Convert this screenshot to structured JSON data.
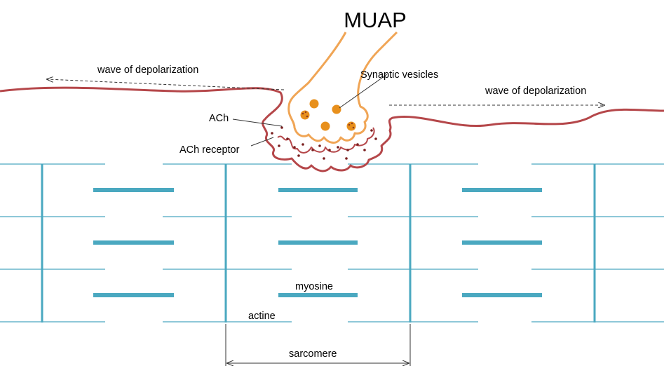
{
  "title": "MUAP",
  "labels": {
    "wave_left": "wave of depolarization",
    "wave_right": "wave of depolarization",
    "synaptic_vesicles": "Synaptic vesicles",
    "ach": "ACh",
    "ach_receptor": "ACh receptor",
    "myosine": "myosine",
    "actine": "actine",
    "sarcomere": "sarcomere"
  },
  "colors": {
    "membrane": "#b5474a",
    "neuron": "#f0a555",
    "filament": "#4aa8c0",
    "vesicle": "#e8901c",
    "vesicle_dot": "#8a3a1f",
    "ach_dot": "#7a2020",
    "arrow": "#333333"
  }
}
